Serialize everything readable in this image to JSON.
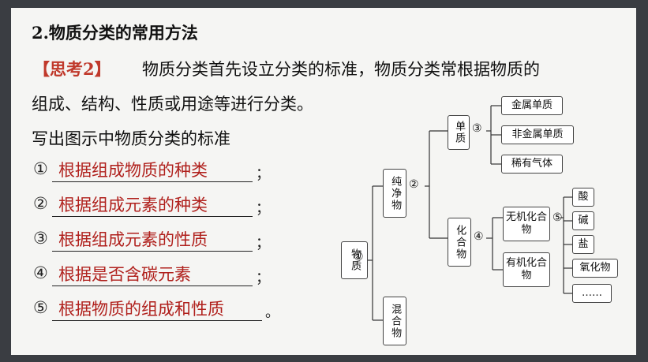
{
  "heading": "2.物质分类的常用方法",
  "think": {
    "tag": "【思考2】",
    "text_line1": "物质分类首先设立分类的标准，物质分类常根据物质的",
    "text_line2": "组成、结构、性质或用途等进行分类。"
  },
  "prompt": "写出图示中物质分类的标准",
  "answers": [
    {
      "num": "①",
      "text": "根据组成物质的种类",
      "end": "；"
    },
    {
      "num": "②",
      "text": "根据组成元素的种类",
      "end": "；"
    },
    {
      "num": "③",
      "text": "根据组成元素的性质",
      "end": "；"
    },
    {
      "num": "④",
      "text": "根据是否含碳元素",
      "end": "；"
    },
    {
      "num": "⑤",
      "text": "根据物质的组成和性质",
      "end": "。"
    }
  ],
  "diagram": {
    "root": "物质",
    "pure": "纯净物",
    "mixture": "混合物",
    "simple": "单质",
    "compound": "化合物",
    "metal": "金属单质",
    "nonmetal": "非金属单质",
    "noble_gas": "稀有气体",
    "inorganic": "无机化合物",
    "organic": "有机化合物",
    "acid": "酸",
    "base": "碱",
    "salt": "盐",
    "oxide": "氧化物",
    "more": "……",
    "c1": "①",
    "c2": "②",
    "c3": "③",
    "c4": "④",
    "c5": "⑤"
  }
}
